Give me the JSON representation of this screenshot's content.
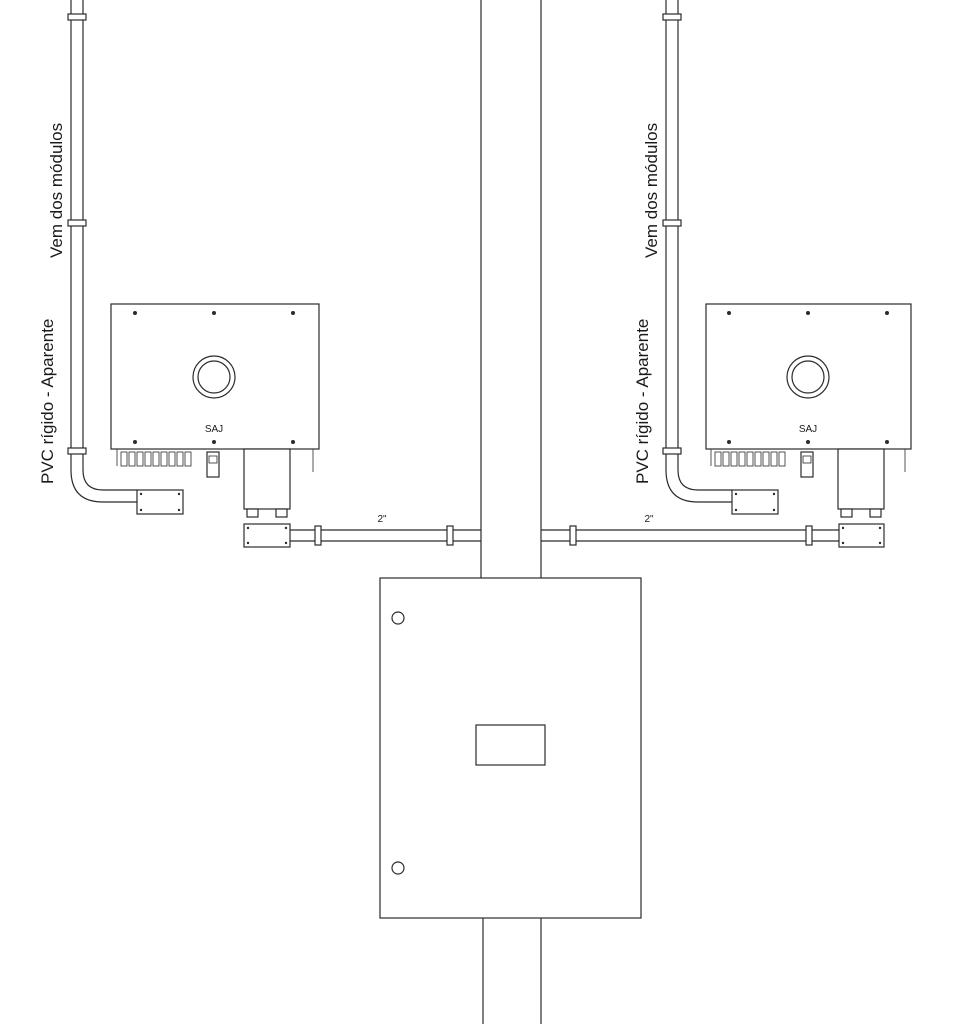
{
  "left_assembly": {
    "label_conduit_origin": "Vem dos módulos",
    "label_conduit_type": "PVC rígido - Aparente",
    "inverter_brand": "SAJ",
    "pipe_size": "2\""
  },
  "right_assembly": {
    "label_conduit_origin": "Vem dos módulos",
    "label_conduit_type": "PVC rígido - Aparente",
    "inverter_brand": "SAJ",
    "pipe_size": "2\""
  },
  "colors": {
    "line": "#2b2b2b",
    "background": "#ffffff"
  }
}
